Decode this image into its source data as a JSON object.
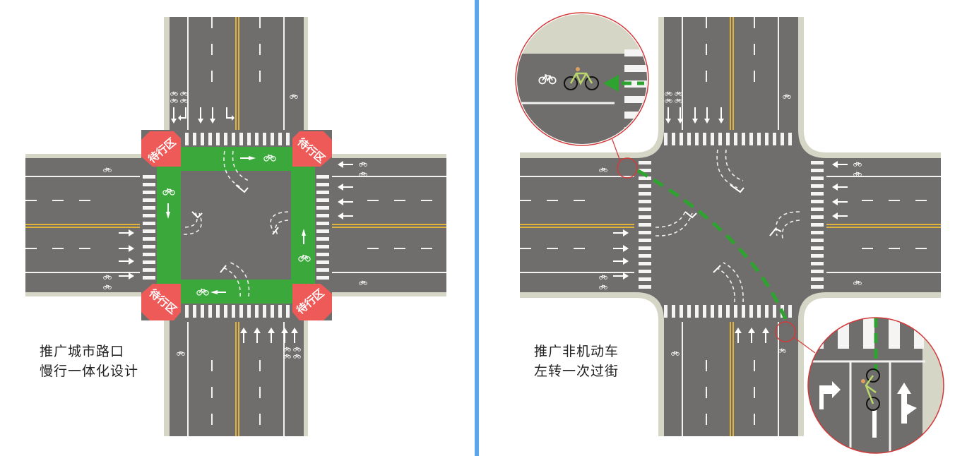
{
  "left_panel": {
    "caption_line1": "推广城市路口",
    "caption_line2": "慢行一体化设计",
    "waiting_zone_label": "待行区"
  },
  "right_panel": {
    "caption_line1": "推广非机动车",
    "caption_line2": "左转一次过街"
  },
  "icons": [
    "bicycle-icon",
    "arrow-icon",
    "straight-arrow-icon",
    "left-turn-arrow-icon",
    "right-turn-arrow-icon",
    "u-turn-arrow-icon"
  ],
  "colors": {
    "road": "#6f6e6c",
    "sidewalk": "#d6d6c6",
    "green_lane": "#3aa83a",
    "waiting_zone": "#ee5a58",
    "divider": "#5aa7f0",
    "center_line": "#e0b33a",
    "path": "#2fa32f"
  }
}
